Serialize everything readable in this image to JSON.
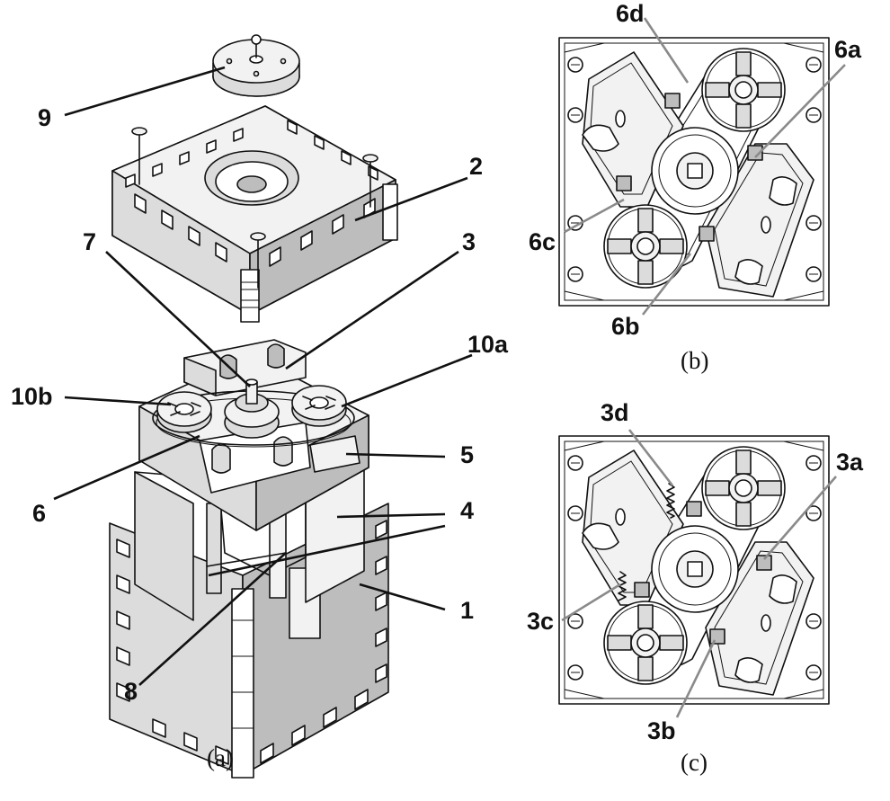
{
  "figure": {
    "panels": {
      "a": {
        "caption": "(a)"
      },
      "b": {
        "caption": "(b)"
      },
      "c": {
        "caption": "(c)"
      }
    },
    "callouts": {
      "a": [
        "9",
        "2",
        "7",
        "3",
        "10a",
        "10b",
        "6",
        "5",
        "4",
        "8",
        "1"
      ],
      "b": [
        "6d",
        "6a",
        "6c",
        "6b"
      ],
      "c": [
        "3d",
        "3a",
        "3c",
        "3b"
      ]
    }
  }
}
